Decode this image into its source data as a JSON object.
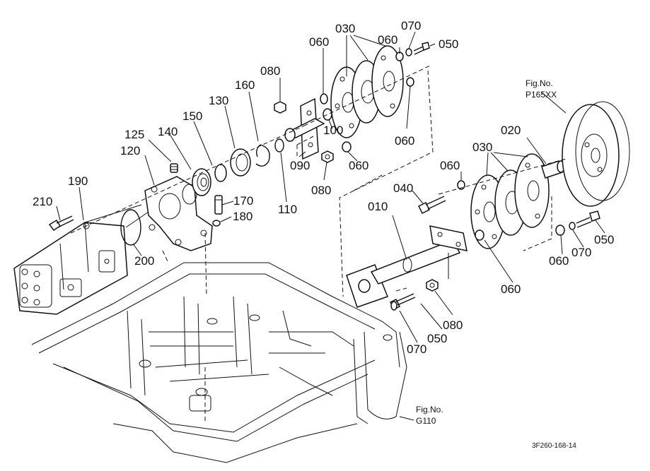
{
  "labels": {
    "p010": "010",
    "p020": "020",
    "p030_top": "030",
    "p030_right": "030",
    "p040": "040",
    "p050_top": "050",
    "p050_right": "050",
    "p050_bottom": "050",
    "p060_top_left": "060",
    "p060_top_right": "060",
    "p060_mid_left": "060",
    "p060_mid": "060",
    "p060_right_top": "060",
    "p060_right_small": "060",
    "p060_right_bottom": "060",
    "p070_top": "070",
    "p070_right": "070",
    "p070_bottom": "070",
    "p080_top": "080",
    "p080_mid": "080",
    "p080_bottom": "080",
    "p090": "090",
    "p100": "100",
    "p110": "110",
    "p120": "120",
    "p125": "125",
    "p130": "130",
    "p140": "140",
    "p150": "150",
    "p160": "160",
    "p170": "170",
    "p180": "180",
    "p190": "190",
    "p200": "200",
    "p210": "210"
  },
  "references": {
    "fig_p165_line1": "Fig.No.",
    "fig_p165_line2": "P165XX",
    "fig_g110_line1": "Fig.No.",
    "fig_g110_line2": "G110"
  },
  "drawing_code": "3F260-168-14"
}
